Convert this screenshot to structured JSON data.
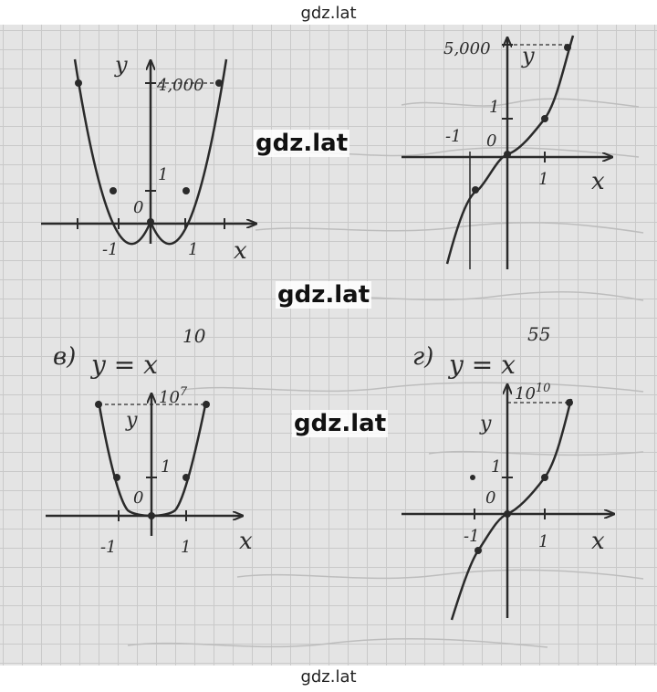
{
  "watermark": {
    "site": "gdz.lat"
  },
  "graphs": [
    {
      "id": "a",
      "y_axis_label": "y",
      "x_axis_label": "x",
      "top_value": "4,000",
      "unit_y": "1",
      "unit_x": "1",
      "neg_unit_x": "-1",
      "origin": "0"
    },
    {
      "id": "b",
      "y_axis_label": "y",
      "x_axis_label": "x",
      "top_value": "5,000",
      "unit_y": "1",
      "unit_x": "1",
      "neg_unit_x": "-1",
      "origin": "0"
    },
    {
      "id": "c",
      "part_label": "в)",
      "formula_base": "y = x",
      "formula_exp": "10",
      "y_axis_label": "y",
      "x_axis_label": "x",
      "top_value_base": "10",
      "top_value_exp": "7",
      "unit_y": "1",
      "unit_x": "1",
      "neg_unit_x": "-1",
      "origin": "0"
    },
    {
      "id": "d",
      "part_label": "г)",
      "formula_base": "y = x",
      "formula_exp": "55",
      "y_axis_label": "y",
      "x_axis_label": "x",
      "top_value_base": "10",
      "top_value_exp": "10",
      "unit_y": "1",
      "unit_x": "1",
      "neg_unit_x": "-1",
      "origin": "0"
    }
  ]
}
